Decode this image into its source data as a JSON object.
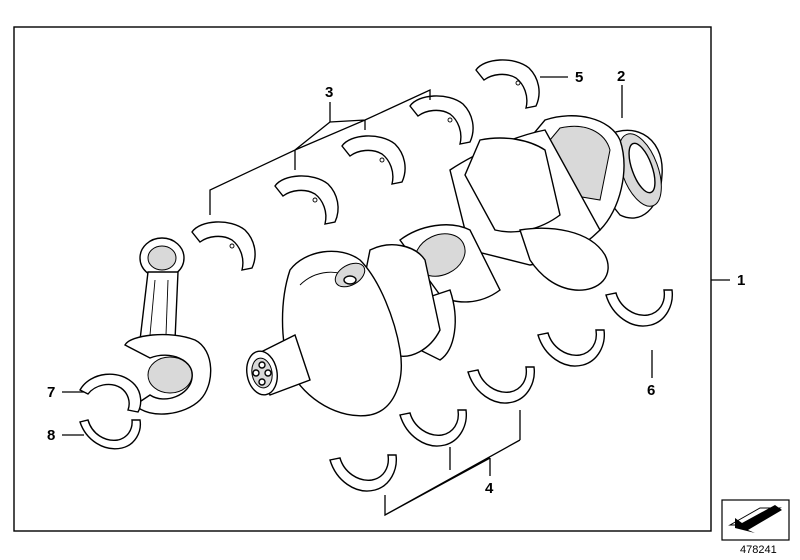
{
  "callouts": {
    "c1": "1",
    "c2": "2",
    "c3": "3",
    "c4": "4",
    "c5": "5",
    "c6": "6",
    "c7": "7",
    "c8": "8"
  },
  "reference_number": "478241",
  "icons": {
    "corner_icon": "arrow-folder-icon"
  }
}
